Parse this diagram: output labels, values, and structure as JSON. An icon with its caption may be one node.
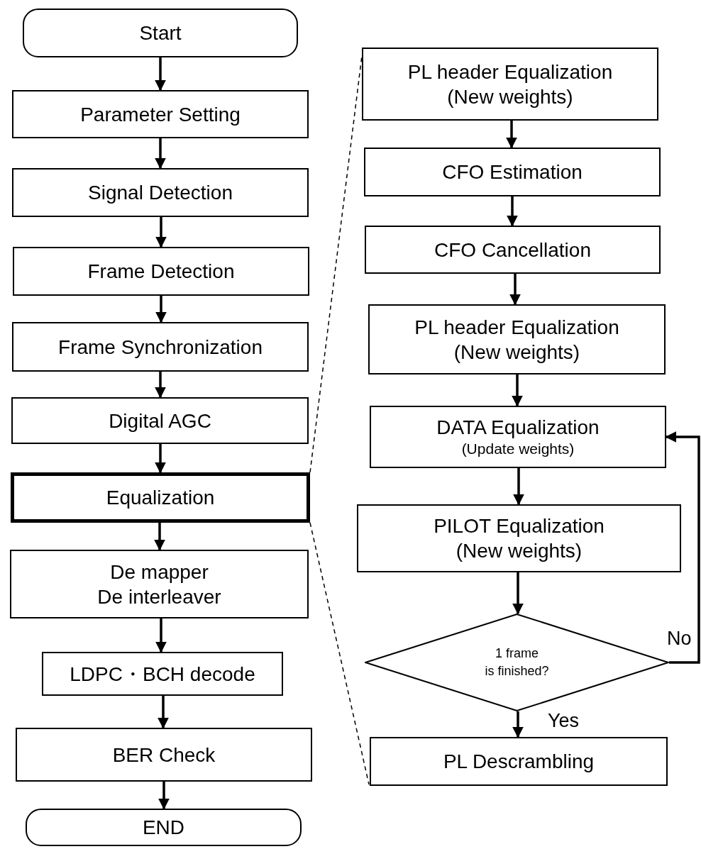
{
  "diagram": {
    "nodes": [
      {
        "text": [
          "Start"
        ]
      },
      {
        "text": [
          "Parameter Setting"
        ]
      },
      {
        "text": [
          "Signal Detection"
        ]
      },
      {
        "text": [
          "Frame Detection"
        ]
      },
      {
        "text": [
          "Frame Synchronization"
        ]
      },
      {
        "text": [
          "Digital AGC"
        ]
      },
      {
        "text": [
          "Equalization"
        ]
      },
      {
        "text": [
          "De mapper",
          "De interleaver"
        ]
      },
      {
        "text": [
          "LDPC・BCH decode"
        ]
      },
      {
        "text": [
          "BER Check"
        ]
      },
      {
        "text": [
          "END"
        ]
      },
      {
        "text": [
          "PL header Equalization",
          "(New weights)"
        ]
      },
      {
        "text": [
          "CFO Estimation"
        ]
      },
      {
        "text": [
          "CFO Cancellation"
        ]
      },
      {
        "text": [
          "PL header Equalization",
          "(New weights)"
        ]
      },
      {
        "text": [
          "DATA Equalization",
          "(Update weights)"
        ]
      },
      {
        "text": [
          "PILOT Equalization",
          "(New weights)"
        ]
      },
      {
        "text": [
          "1 frame",
          "is finished?"
        ]
      },
      {
        "text": [
          "PL Descrambling"
        ]
      }
    ],
    "edges": [
      {
        "from": 0,
        "to": 1,
        "arrow": "to"
      },
      {
        "from": 1,
        "to": 2,
        "arrow": "to"
      },
      {
        "from": 2,
        "to": 3,
        "arrow": "to"
      },
      {
        "from": 3,
        "to": 4,
        "arrow": "to"
      },
      {
        "from": 4,
        "to": 5,
        "arrow": "to"
      },
      {
        "from": 5,
        "to": 6,
        "arrow": "to"
      },
      {
        "from": 6,
        "to": 7,
        "arrow": "to"
      },
      {
        "from": 7,
        "to": 8,
        "arrow": "to"
      },
      {
        "from": 8,
        "to": 9,
        "arrow": "to"
      },
      {
        "from": 9,
        "to": 10,
        "arrow": "to"
      },
      {
        "from": 11,
        "to": 12,
        "arrow": "to"
      },
      {
        "from": 12,
        "to": 13,
        "arrow": "to"
      },
      {
        "from": 13,
        "to": 14,
        "arrow": "to"
      },
      {
        "from": 14,
        "to": 15,
        "arrow": "to"
      },
      {
        "from": 15,
        "to": 16,
        "arrow": "to"
      },
      {
        "from": 16,
        "to": 17,
        "arrow": "to"
      },
      {
        "from": 17,
        "to": 18,
        "arrow": "to",
        "label": "Yes"
      },
      {
        "from": 17,
        "to": 15,
        "arrow": "to",
        "label": "No"
      },
      {
        "from": 6,
        "to": 11,
        "arrow": "none",
        "style": "dashed"
      },
      {
        "from": 6,
        "to": 18,
        "arrow": "none",
        "style": "dashed"
      }
    ]
  }
}
